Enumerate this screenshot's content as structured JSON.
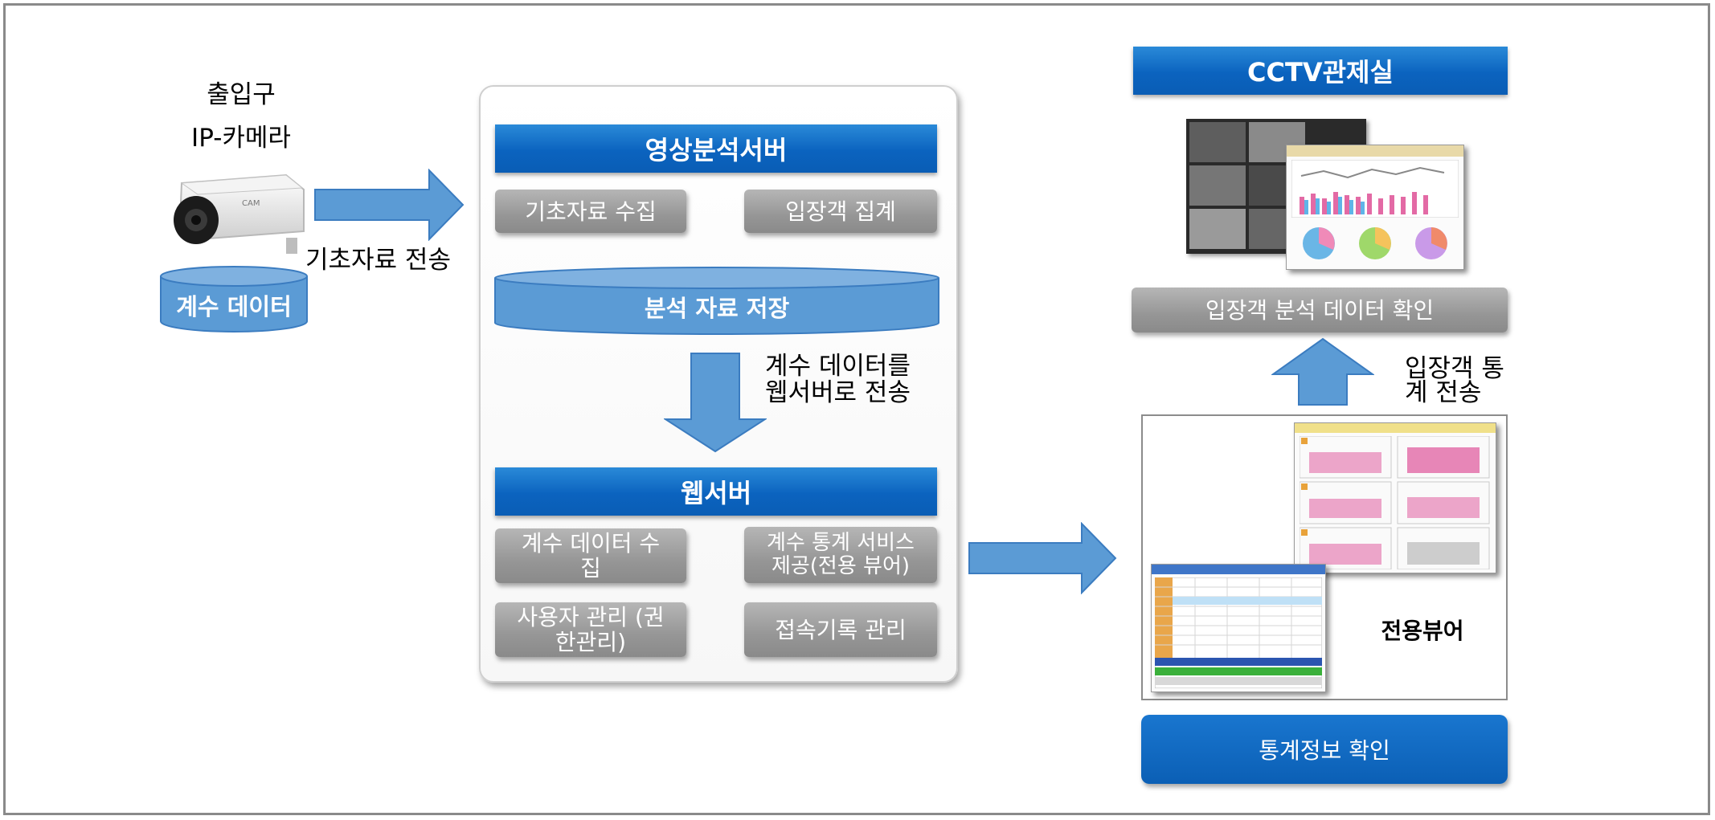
{
  "entrance": {
    "title_line1": "출입구",
    "title_line2": "IP-카메라",
    "counting_data": "계수 데이터",
    "arrow_label": "기초자료 전송"
  },
  "server": {
    "video_server_title": "영상분석서버",
    "collect_basic": "기초자료 수집",
    "visitor_count": "입장객 집계",
    "storage": "분석 자료 저장",
    "transfer_line1": "계수 데이터를",
    "transfer_line2": "웹서버로 전송",
    "web_server_title": "웹서버",
    "collect_count": "계수 데이터 수집",
    "stat_service": "계수 통계 서비스 제공(전용 뷰어)",
    "user_mgmt": "사용자 관리 (권한관리)",
    "access_log": "접속기록 관리"
  },
  "cctv": {
    "title": "CCTV관제실",
    "confirm": "입장객 분석 데이터 확인",
    "transfer_line1": "입장객 통",
    "transfer_line2": "계 전송",
    "viewer_label": "전용뷰어",
    "stats_button": "통계정보 확인"
  },
  "colors": {
    "accent_blue": "#0b63bf",
    "arrow_blue": "#5b9bd5",
    "gray_button": "#969696"
  }
}
